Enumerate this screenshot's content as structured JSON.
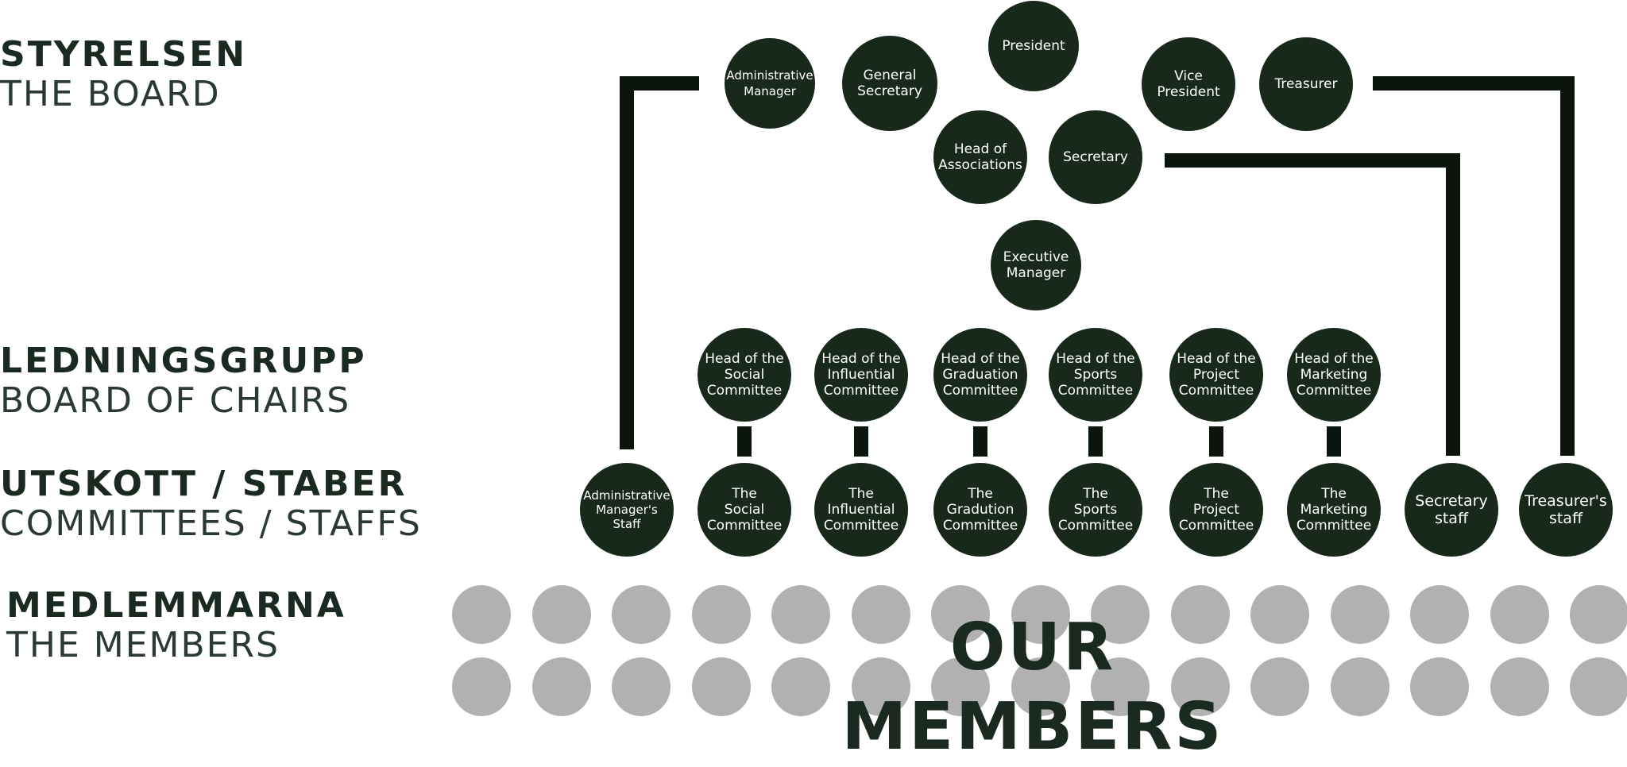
{
  "levels": [
    {
      "sv": "STYRELSEN",
      "en": "THE BOARD"
    },
    {
      "sv": "LEDNINGSGRUPP",
      "en": "BOARD OF CHAIRS"
    },
    {
      "sv": "UTSKOTT / STABER",
      "en": "COMMITTEES / STAFFS"
    },
    {
      "sv": "MEDLEMMARNA",
      "en": "THE MEMBERS"
    }
  ],
  "board": {
    "president": "President",
    "admin_manager": "Administrative\nManager",
    "general_secretary": "General\nSecretary",
    "vice_president": "Vice\nPresident",
    "treasurer": "Treasurer",
    "head_of_associations": "Head of\nAssociations",
    "secretary": "Secretary",
    "executive_manager": "Executive\nManager"
  },
  "heads": [
    "Head of the\nSocial\nCommittee",
    "Head of the\nInfluential\nCommittee",
    "Head of the\nGraduation\nCommittee",
    "Head of the\nSports\nCommittee",
    "Head of the\nProject\nCommittee",
    "Head of the\nMarketing\nCommittee"
  ],
  "committees": [
    "Administrative\nManager's\nStaff",
    "The\nSocial\nCommittee",
    "The\nInfluential\nCommittee",
    "The\nGradution\nCommittee",
    "The\nSports\nCommittee",
    "The\nProject\nCommittee",
    "The\nMarketing\nCommittee",
    "Secretary\nstaff",
    "Treasurer's\nstaff"
  ],
  "members_banner": "OUR MEMBERS",
  "colors": {
    "node": "#18291c",
    "member": "#b1b1b1",
    "text": "#1a2a20"
  }
}
